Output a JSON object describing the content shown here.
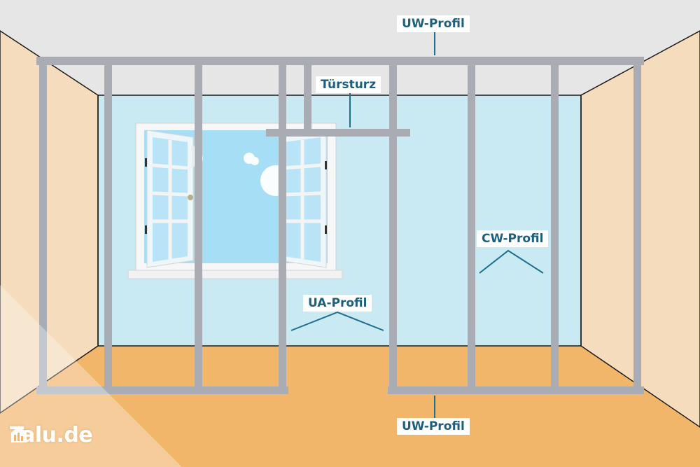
{
  "labels": {
    "uw_top": "UW-Profil",
    "tuersturz": "Türsturz",
    "cw": "CW-Profil",
    "ua": "UA-Profil",
    "uw_bottom": "UW-Profil"
  },
  "logo": {
    "text": "Talu.de",
    "icon": "house-icon"
  },
  "colors": {
    "ceiling": "#e6e6e6",
    "side_wall": "#f4dcbc",
    "back_wall": "#c9e9f3",
    "floor": "#f2b66a",
    "profile": "#a9adb3",
    "profile_light": "#c4c7cb",
    "label_text": "#1c5f7f",
    "leader_line": "#1c6f8f",
    "sky": "#a6def6"
  }
}
